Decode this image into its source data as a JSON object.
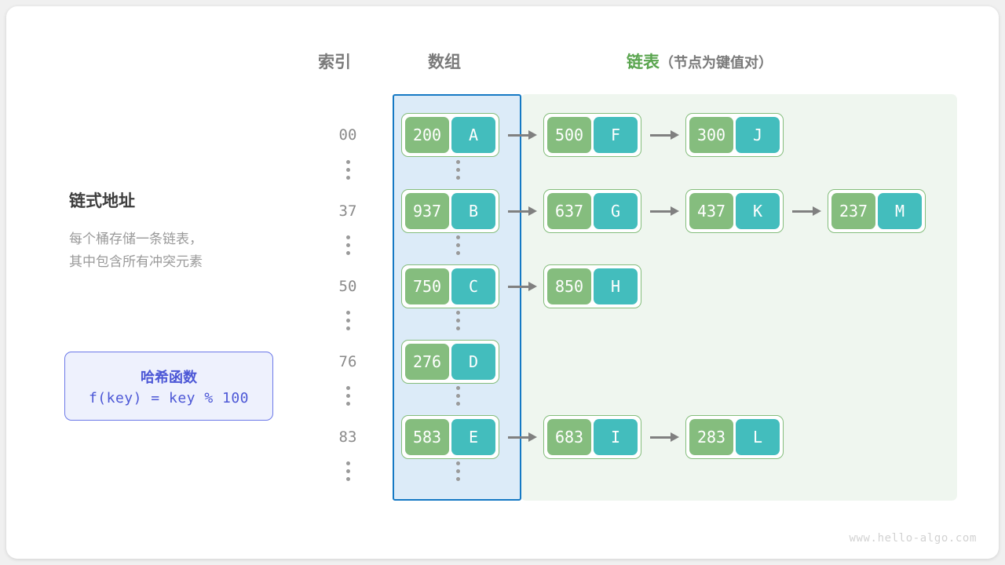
{
  "headers": {
    "index": "索引",
    "array": "数组",
    "list_main": "链表",
    "list_sub": "（节点为键值对）"
  },
  "left_panel": {
    "title": "链式地址",
    "desc_line1": "每个桶存储一条链表，",
    "desc_line2": "其中包含所有冲突元素"
  },
  "hash_box": {
    "title": "哈希函数",
    "formula": "f(key) = key % 100"
  },
  "colors": {
    "array_panel_fill": "#dcebf8",
    "array_panel_border": "#1579c4",
    "list_panel_fill": "#eff6ef",
    "node_border": "#84bd7c",
    "key_fill": "#85bd7e",
    "value_fill": "#43bdbd",
    "arrow": "#808080",
    "accent_green": "#5aa54f",
    "accent_blue": "#4c57d6",
    "index_text": "#8a8a8a"
  },
  "rows": [
    {
      "index": "00",
      "bucket": {
        "key": "200",
        "value": "A"
      },
      "chain": [
        {
          "key": "500",
          "value": "F"
        },
        {
          "key": "300",
          "value": "J"
        }
      ]
    },
    {
      "index": "37",
      "bucket": {
        "key": "937",
        "value": "B"
      },
      "chain": [
        {
          "key": "637",
          "value": "G"
        },
        {
          "key": "437",
          "value": "K"
        },
        {
          "key": "237",
          "value": "M"
        }
      ]
    },
    {
      "index": "50",
      "bucket": {
        "key": "750",
        "value": "C"
      },
      "chain": [
        {
          "key": "850",
          "value": "H"
        }
      ]
    },
    {
      "index": "76",
      "bucket": {
        "key": "276",
        "value": "D"
      },
      "chain": []
    },
    {
      "index": "83",
      "bucket": {
        "key": "583",
        "value": "E"
      },
      "chain": [
        {
          "key": "683",
          "value": "I"
        },
        {
          "key": "283",
          "value": "L"
        }
      ]
    }
  ],
  "watermark": "www.hello-algo.com"
}
